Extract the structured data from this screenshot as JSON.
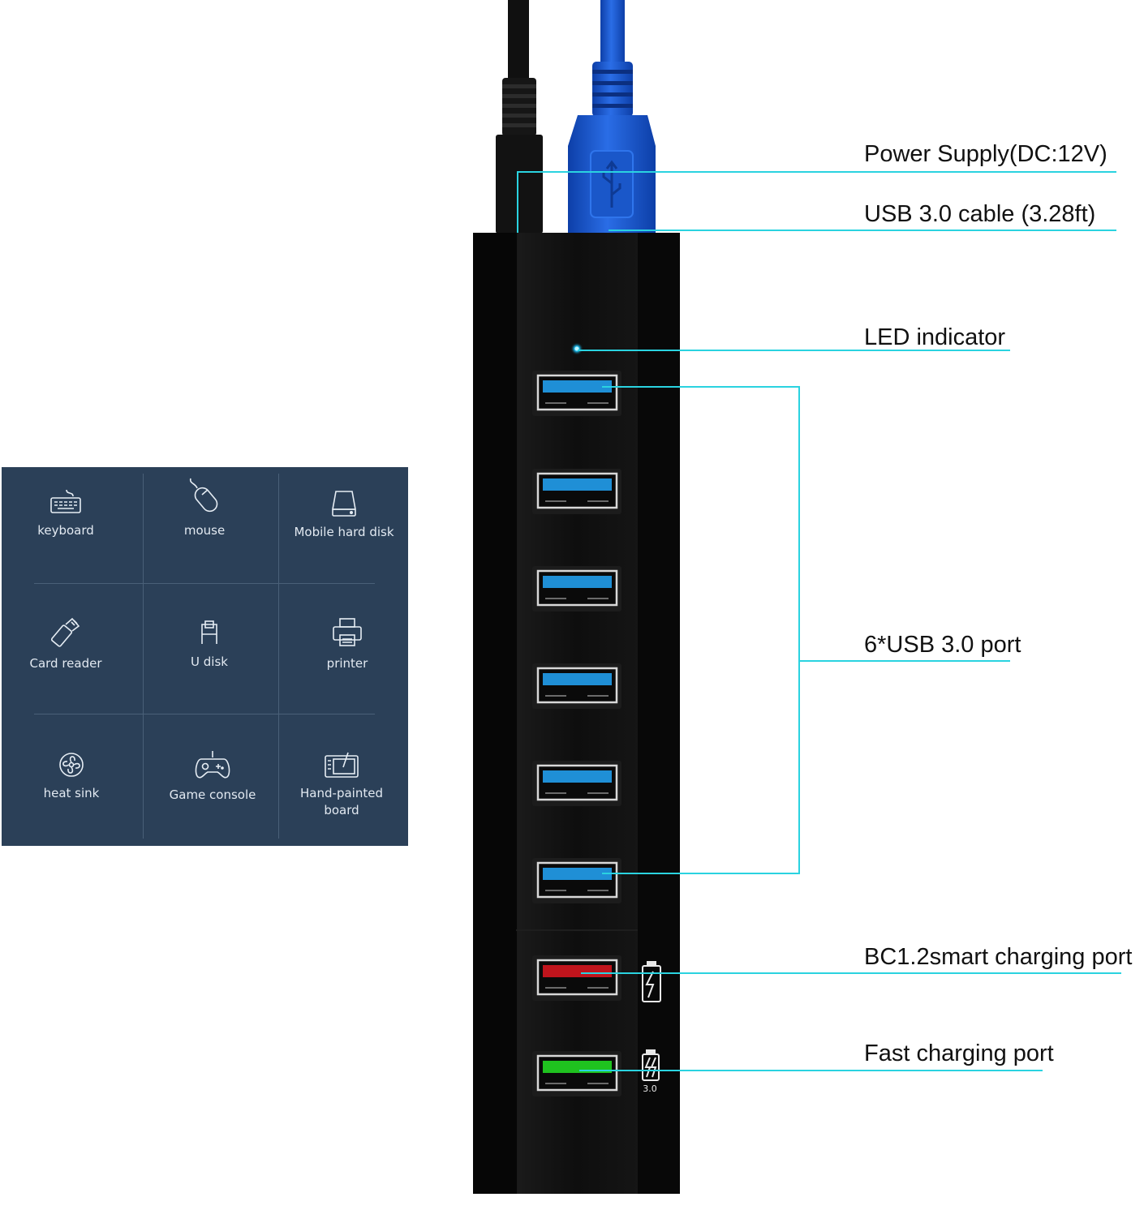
{
  "callouts": {
    "power": "Power Supply(DC:12V)",
    "cable": "USB 3.0 cable (3.28ft)",
    "led": "LED indicator",
    "usb_ports": "6*USB 3.0 port",
    "bc12": "BC1.2smart charging port",
    "fast": "Fast charging port"
  },
  "devices": [
    {
      "label": "keyboard",
      "icon": "keyboard-icon"
    },
    {
      "label": "mouse",
      "icon": "mouse-icon"
    },
    {
      "label": "Mobile hard disk",
      "icon": "hard-disk-icon"
    },
    {
      "label": "Card reader",
      "icon": "card-reader-icon"
    },
    {
      "label": "U disk",
      "icon": "u-disk-icon"
    },
    {
      "label": "printer",
      "icon": "printer-icon"
    },
    {
      "label": "heat sink",
      "icon": "fan-icon"
    },
    {
      "label": "Game console",
      "icon": "gamepad-icon"
    },
    {
      "label": "Hand-painted board",
      "icon": "drawing-tablet-icon"
    }
  ],
  "fast_port_badge": "3.0",
  "colors": {
    "panel_bg": "#2b4058",
    "leader_line": "#2ad3e0",
    "hub_body": "#0b0b0b",
    "usb_blue": "#1f8fd6",
    "bc12_red": "#c0141c",
    "fast_green": "#1fc21f",
    "cable_blue": "#1f5fd6"
  }
}
